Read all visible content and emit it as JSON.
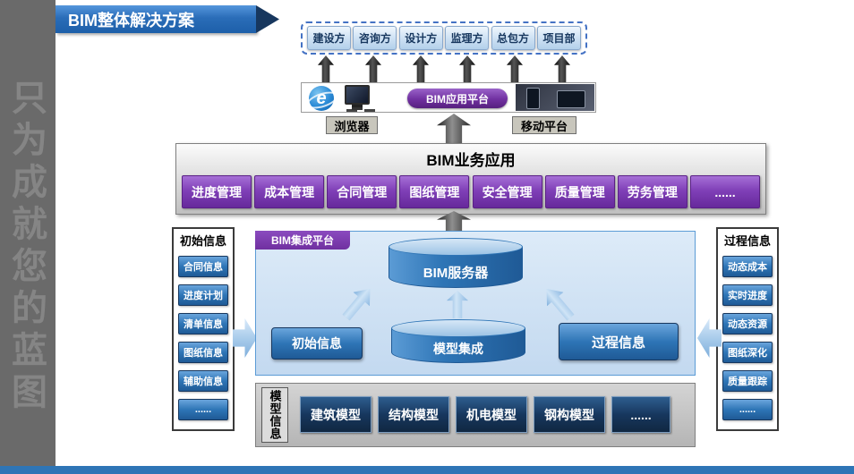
{
  "sidebar": {
    "vertical_text": "只为成就您的蓝图"
  },
  "banner": {
    "title": "BIM整体解决方案"
  },
  "stakeholders": {
    "items": [
      "建设方",
      "咨询方",
      "设计方",
      "监理方",
      "总包方",
      "项目部"
    ]
  },
  "access_layer": {
    "app_platform": "BIM应用平台",
    "browser_label": "浏览器",
    "mobile_label": "移动平台",
    "browser_icon_glyph": "e"
  },
  "business_layer": {
    "title": "BIM业务应用",
    "modules": [
      "进度管理",
      "成本管理",
      "合同管理",
      "图纸管理",
      "安全管理",
      "质量管理",
      "劳务管理",
      "......"
    ]
  },
  "initial_info": {
    "title": "初始信息",
    "items": [
      "合同信息",
      "进度计划",
      "清单信息",
      "图纸信息",
      "辅助信息",
      "......"
    ]
  },
  "process_info": {
    "title": "过程信息",
    "items": [
      "动态成本",
      "实时进度",
      "动态资源",
      "图纸深化",
      "质量跟踪",
      "......"
    ]
  },
  "integration": {
    "tag": "BIM集成平台",
    "server": "BIM服务器",
    "initial_node": "初始信息",
    "model_node": "模型集成",
    "process_node": "过程信息"
  },
  "models": {
    "tag": "模型信息",
    "items": [
      "建筑模型",
      "结构模型",
      "机电模型",
      "钢构模型",
      "......"
    ]
  },
  "colors": {
    "banner_blue": "#1D5FA9",
    "banner_tip_navy": "#17375E",
    "purple": "#7030A0",
    "blue_button": "#2E75B6",
    "navy_button": "#17375E",
    "panel_light_blue": "#CBDDF2",
    "arrow_light_blue": "#9DC3E6",
    "sidebar_gray": "#6A6A6A",
    "bottom_bar_blue": "#2E75B6"
  }
}
